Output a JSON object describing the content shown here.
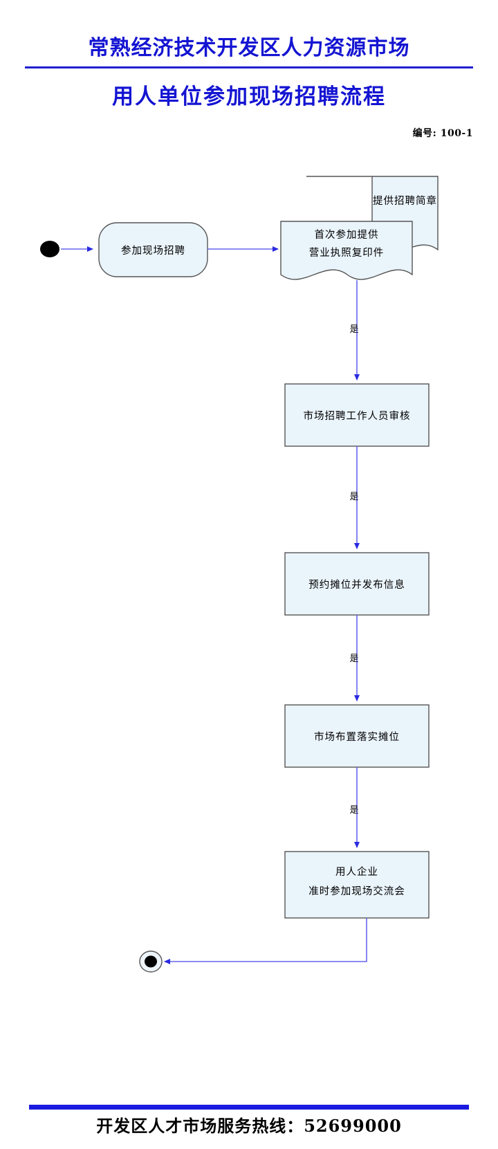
{
  "header": {
    "org_title": "常熟经济技术开发区人力资源市场",
    "doc_title": "用人单位参加现场招聘流程",
    "doc_code": "编号: 100-1",
    "title_color": "#1414d2",
    "rule_color": "#1f1fcf"
  },
  "flow": {
    "start_node": {
      "name": "start",
      "shape": "filled-circle"
    },
    "end_node": {
      "name": "end",
      "shape": "donut-circle"
    },
    "nodes": [
      {
        "id": "n1",
        "shape": "rounded-rect",
        "lines": [
          "参加现场招聘"
        ]
      },
      {
        "id": "n2",
        "shape": "document",
        "lines": [
          "提供招聘简章"
        ]
      },
      {
        "id": "n3",
        "shape": "document",
        "lines": [
          "首次参加提供",
          "营业执照复印件"
        ]
      },
      {
        "id": "n4",
        "shape": "rect",
        "lines": [
          "市场招聘工作人员审核"
        ]
      },
      {
        "id": "n5",
        "shape": "rect",
        "lines": [
          "预约摊位并发布信息"
        ]
      },
      {
        "id": "n6",
        "shape": "rect",
        "lines": [
          "市场布置落实摊位"
        ]
      },
      {
        "id": "n7",
        "shape": "rect",
        "lines": [
          "用人企业",
          "准时参加现场交流会"
        ]
      }
    ],
    "edge_labels": [
      "是",
      "是",
      "是",
      "是"
    ],
    "edge_color": "#6666ee",
    "node_fill": "#eaf4fb",
    "node_stroke": "#555555"
  },
  "footer": {
    "hotline_text": "开发区人才市场服务热线：52699000",
    "bar_color": "#1a1ae0"
  }
}
